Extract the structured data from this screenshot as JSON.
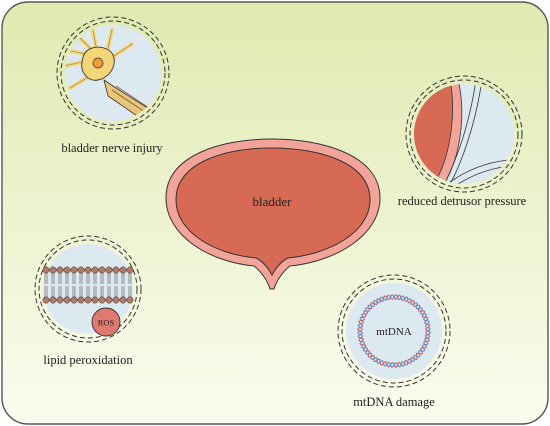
{
  "labels": {
    "center": "bladder",
    "nerve": "bladder nerve injury",
    "pressure": "reduced detrusor pressure",
    "lipid": "lipid peroxidation",
    "ros": "ROS",
    "mtdna_inner": "mtDNA",
    "mtdna": "mtDNA damage"
  },
  "colors": {
    "background_top": "#dfeab0",
    "background_bottom": "#fbfcef",
    "bladder_outer": "#f2a39a",
    "bladder_inner": "#d76a55",
    "circle_fill": "#dde9f1",
    "nerve_cell": "#f4d676",
    "ros_fill": "#e07a70",
    "lipid_head": "#b07a66",
    "dna_red": "#d65a55",
    "dna_blue": "#5a8fc8"
  }
}
